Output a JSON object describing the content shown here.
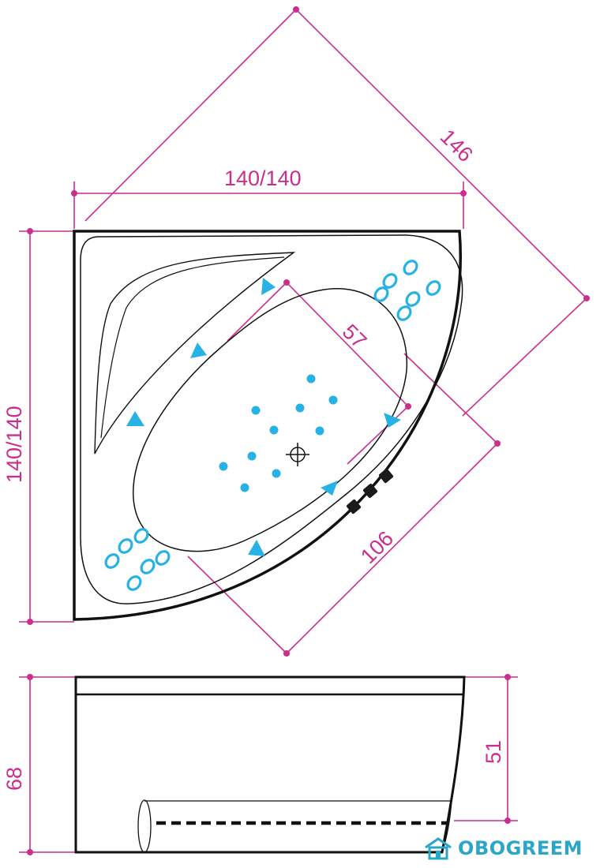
{
  "dimensions": {
    "top_width": "140/140",
    "left_height": "140/140",
    "diagonal": "146",
    "inner_short": "57",
    "inner_long": "106",
    "total_height": "68",
    "inner_depth": "51"
  },
  "brand": {
    "name": "OBOGREEM",
    "color": "#2aa6c9",
    "icon": "house-icon"
  },
  "colors": {
    "dimension": "#cc2e8c",
    "jets": "#27b2e6",
    "outline": "#111111"
  }
}
